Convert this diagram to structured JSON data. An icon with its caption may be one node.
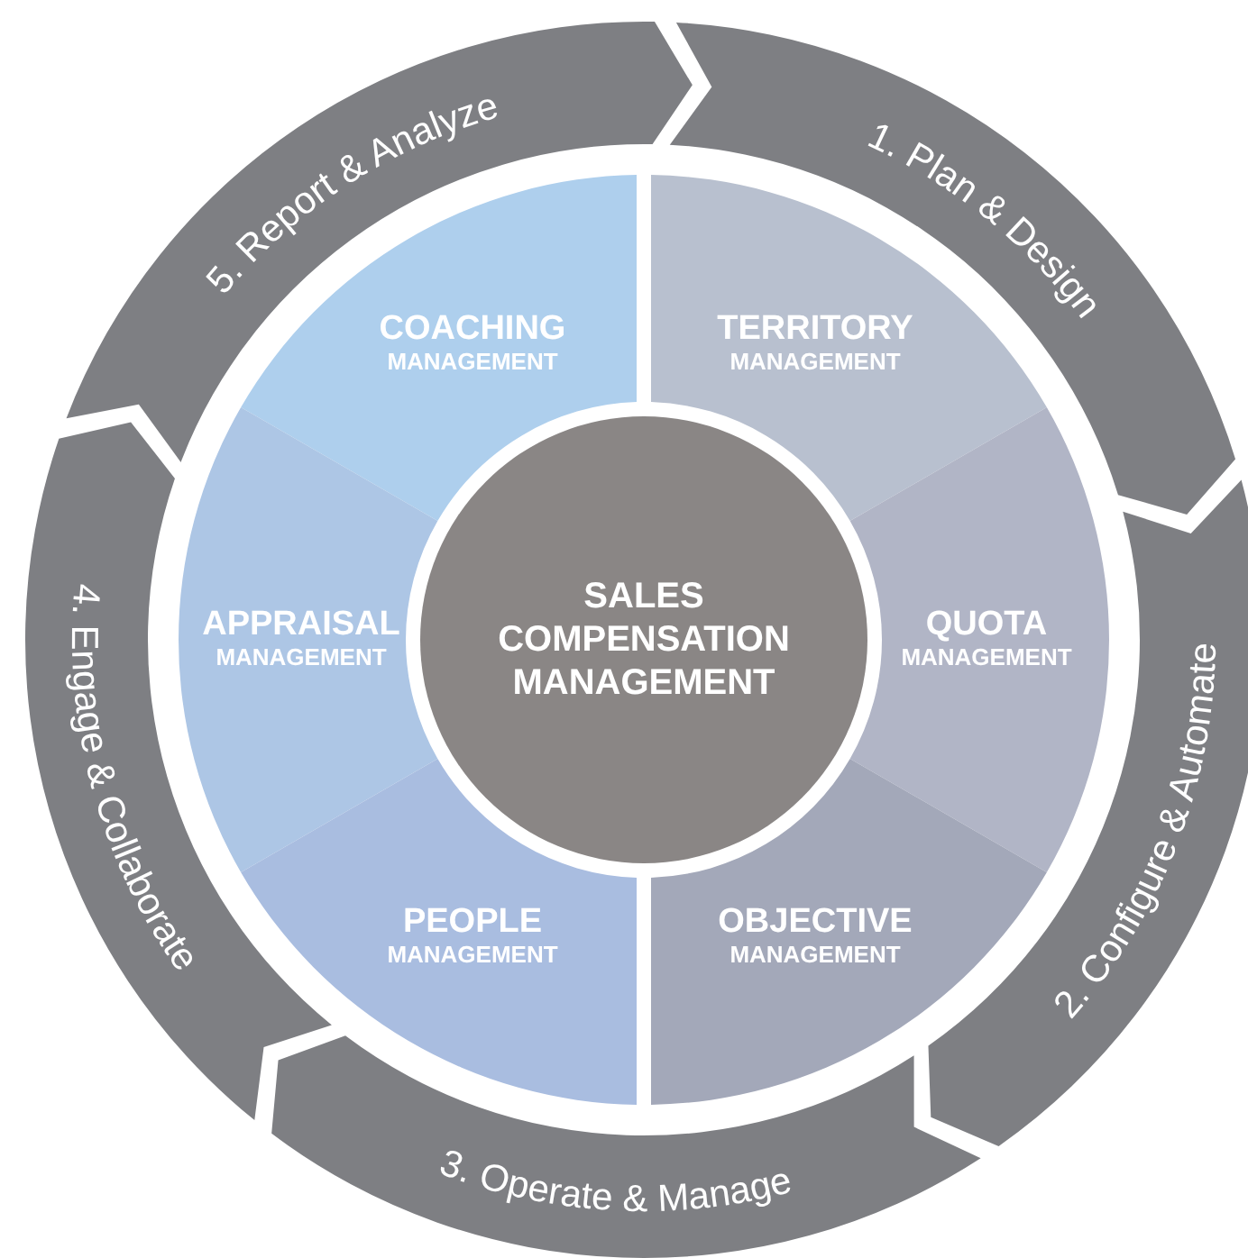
{
  "diagram": {
    "nodes": [
      {
        "text": [
          "1. Plan & Design"
        ]
      },
      {
        "text": [
          "2. Configure & Automate"
        ]
      },
      {
        "text": [
          "3. Operate & Manage"
        ]
      },
      {
        "text": [
          "4. Engage & Collaborate"
        ]
      },
      {
        "text": [
          "5. Report & Analyze"
        ]
      },
      {
        "text": [
          "COACHING",
          "MANAGEMENT"
        ]
      },
      {
        "text": [
          "TERRITORY",
          "MANAGEMENT"
        ]
      },
      {
        "text": [
          "APPRAISAL",
          "MANAGEMENT"
        ]
      },
      {
        "text": [
          "QUOTA",
          "MANAGEMENT"
        ]
      },
      {
        "text": [
          "PEOPLE",
          "MANAGEMENT"
        ]
      },
      {
        "text": [
          "OBJECTIVE",
          "MANAGEMENT"
        ]
      },
      {
        "text": [
          "SALES COMPENSATION MANAGEMENT"
        ]
      }
    ]
  }
}
